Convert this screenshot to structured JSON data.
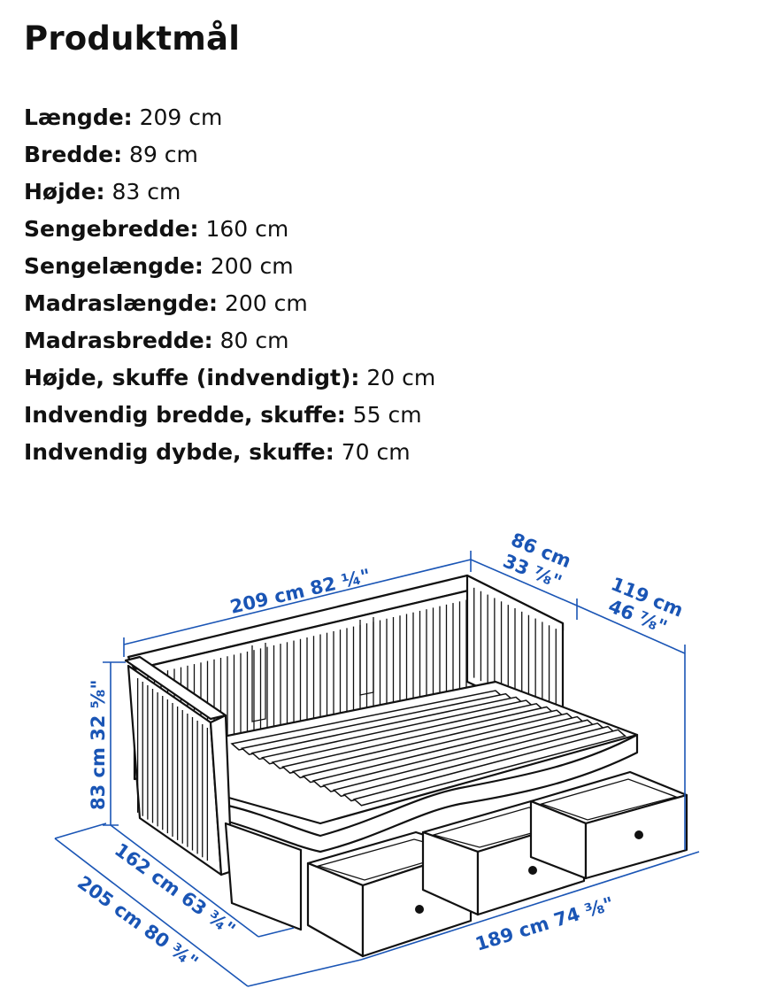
{
  "title": "Produktmål",
  "specs": [
    {
      "label": "Længde:",
      "value": "209 cm"
    },
    {
      "label": "Bredde:",
      "value": "89 cm"
    },
    {
      "label": "Højde:",
      "value": "83 cm"
    },
    {
      "label": "Sengebredde:",
      "value": "160 cm"
    },
    {
      "label": "Sengelængde:",
      "value": "200 cm"
    },
    {
      "label": "Madraslængde:",
      "value": "200 cm"
    },
    {
      "label": "Madrasbredde:",
      "value": "80 cm"
    },
    {
      "label": "Højde, skuffe (indvendigt):",
      "value": "20 cm"
    },
    {
      "label": "Indvendig bredde, skuffe:",
      "value": "55 cm"
    },
    {
      "label": "Indvendig dybde, skuffe:",
      "value": "70 cm"
    }
  ],
  "diagram": {
    "dim_length": "209 cm 82 ¼\"",
    "dim_depth_cm": "86 cm",
    "dim_depth_in": "33 ⅞\"",
    "dim_open_cm": "119 cm",
    "dim_open_in": "46 ⅞\"",
    "dim_height": "83 cm 32 ⅝\"",
    "dim_width_closed": "162 cm 63 ¾\"",
    "dim_width_open": "205 cm 80 ¾\"",
    "dim_drawer_run": "189 cm 74 ⅜\""
  },
  "colors": {
    "dimension": "#1a55b5",
    "text": "#111111",
    "line": "#111111"
  }
}
